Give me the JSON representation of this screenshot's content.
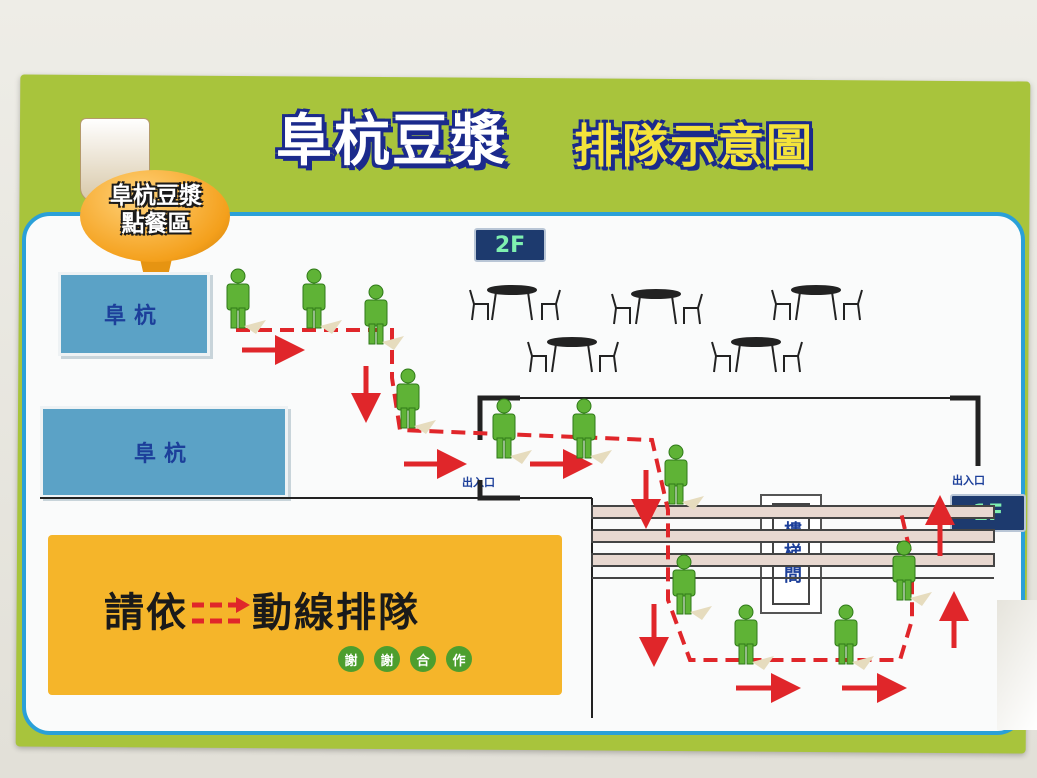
{
  "sign": {
    "title_main": "阜杭豆漿",
    "title_sub": "排隊示意圖",
    "order_area_line1": "阜杭豆漿",
    "order_area_line2": "點餐區",
    "counter_upper": "阜杭",
    "counter_lower": "阜杭",
    "floor_2f": "2F",
    "floor_1f": "1F",
    "entrance_left": "出入口",
    "entrance_right": "出入口",
    "stairwell": "樓梯間",
    "notice_left": "請依",
    "notice_right": "動線排隊",
    "thanks": [
      "謝",
      "謝",
      "合",
      "作"
    ]
  },
  "colors": {
    "board_green": "#a8c43c",
    "panel_border": "#2aa0d8",
    "person_green": "#5fb336",
    "arrow_red": "#e0262a",
    "title_navy": "#1b2a8c",
    "notice_orange": "#f5b52a"
  }
}
